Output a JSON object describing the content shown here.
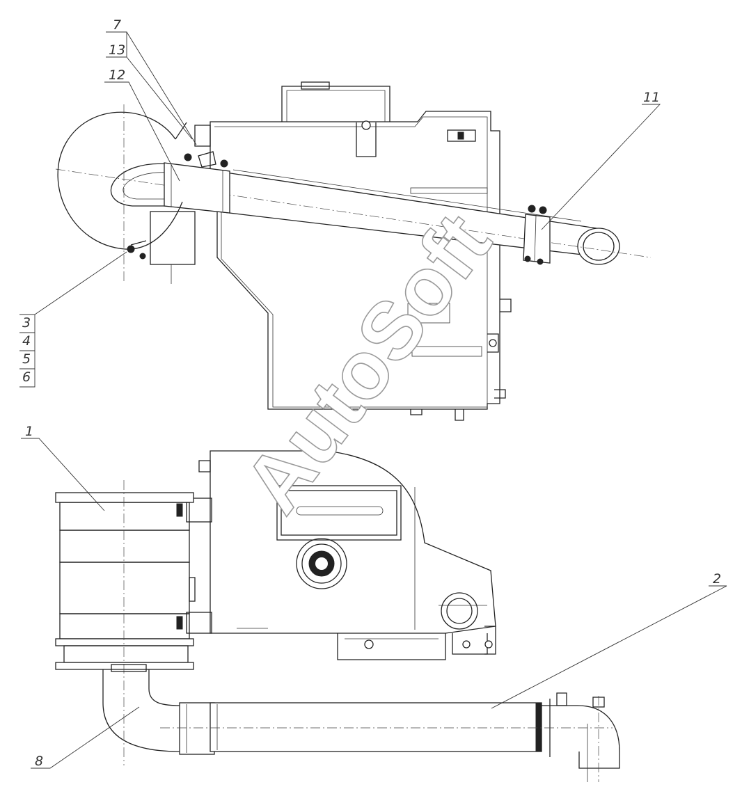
{
  "callouts": {
    "c7": "7",
    "c13": "13",
    "c12": "12",
    "c11": "11",
    "c3": "3",
    "c4": "4",
    "c5": "5",
    "c6": "6",
    "c1": "1",
    "c2": "2",
    "c8": "8"
  },
  "watermark": "AutoSoft"
}
